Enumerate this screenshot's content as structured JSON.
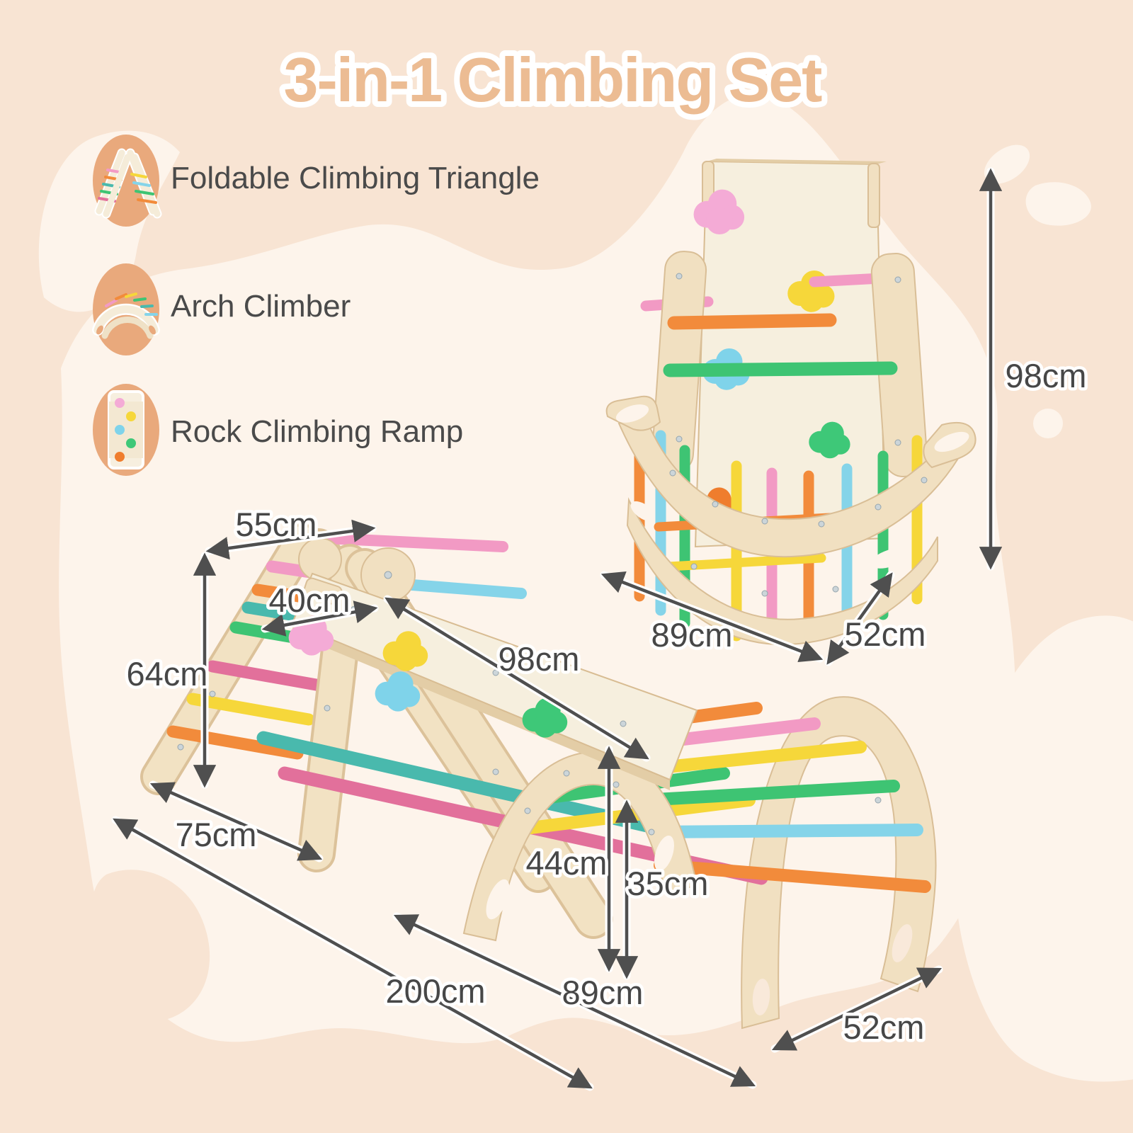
{
  "title": "3-in-1 Climbing Set",
  "features": [
    {
      "icon": "triangle-climber-icon",
      "label": "Foldable Climbing Triangle"
    },
    {
      "icon": "arch-climber-icon",
      "label": "Arch Climber"
    },
    {
      "icon": "rock-ramp-icon",
      "label": "Rock Climbing Ramp"
    }
  ],
  "dims_stacked": {
    "height": "98cm",
    "width": "89cm",
    "depth": "52cm"
  },
  "dims_combo": {
    "triangle_top_width": "55cm",
    "ramp_hook_width": "40cm",
    "triangle_height": "64cm",
    "triangle_depth": "75cm",
    "ramp_length": "98cm",
    "arch_height": "44cm",
    "arch_clearance": "35cm",
    "total_length": "200cm",
    "arch_length": "89cm",
    "arch_depth": "52cm"
  },
  "colors": {
    "background": "#f8e4d3",
    "blob_cream": "#fdf4eb",
    "title_fill": "#ecbc93",
    "text": "#4a4a4a",
    "arrow": "#4f4f4f",
    "icon_circle": "#e9a97c",
    "wood": "#f1e0c1",
    "rung_orange": "#f28b3b",
    "rung_pink": "#f29ac4",
    "rung_rose": "#e2709b",
    "rung_yellow": "#f6d73a",
    "rung_green": "#3ec473",
    "rung_blue": "#85d4e9",
    "rung_teal": "#49b9ad",
    "stone_pink": "#f4abd6",
    "stone_orange": "#ef7d2d"
  }
}
